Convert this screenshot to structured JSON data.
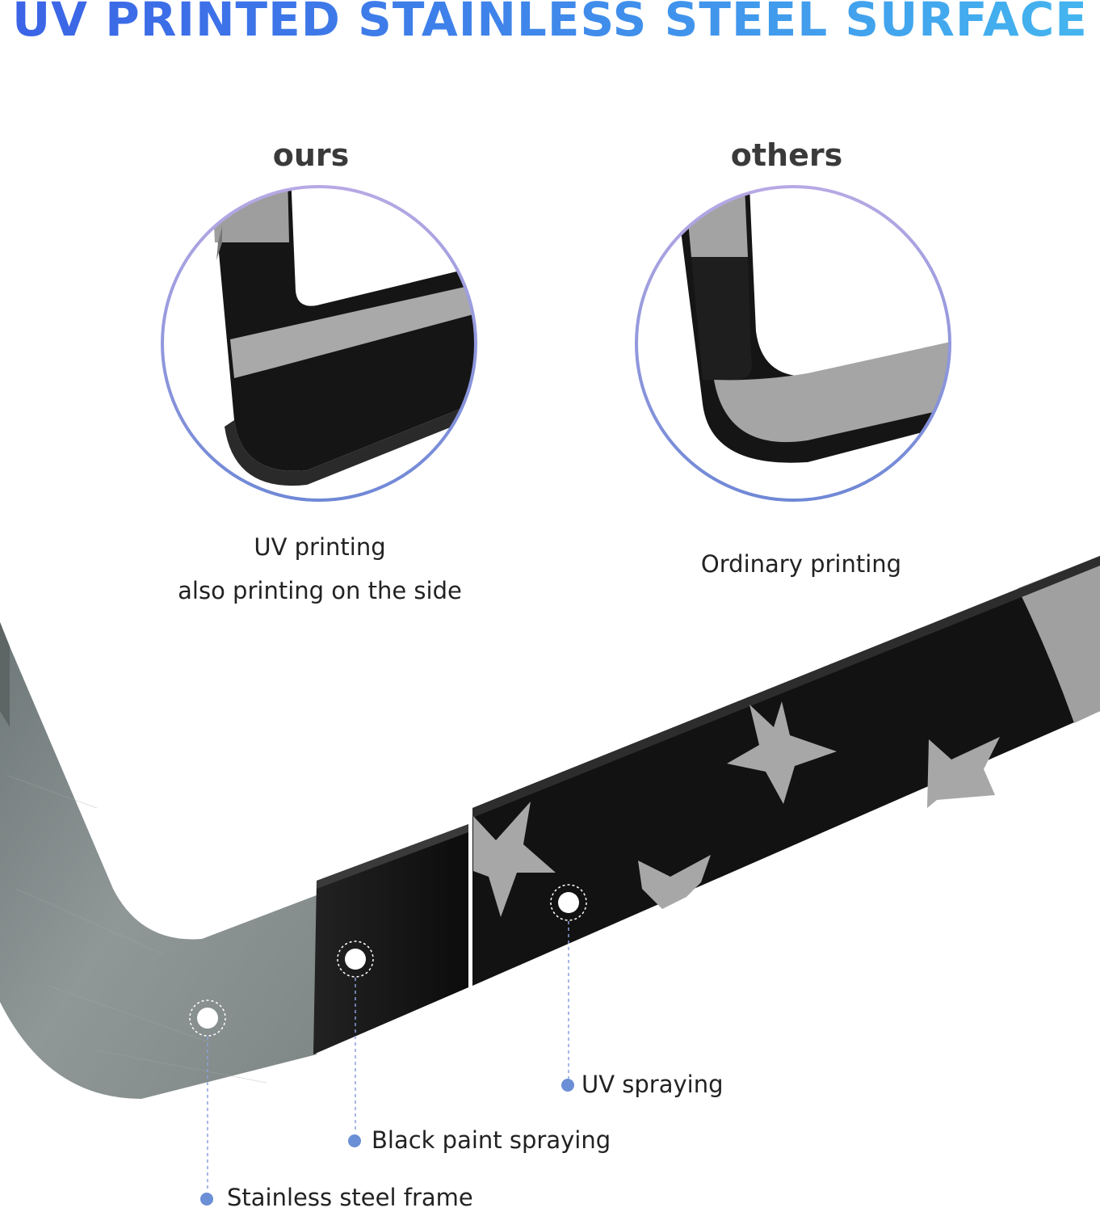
{
  "headline": "UV PRINTED STAINLESS STEEL SURFACE",
  "comparison": {
    "ours": {
      "title": "ours",
      "caption_line1": "UV printing",
      "caption_line2": "also printing on the side"
    },
    "others": {
      "title": "others",
      "caption_line1": "Ordinary printing"
    }
  },
  "callouts": {
    "uv_spraying": "UV spraying",
    "black_paint": "Black paint spraying",
    "stainless_frame": "Stainless steel frame"
  },
  "colors": {
    "headline_start": "#3b63e6",
    "headline_end": "#44b6ef",
    "circle_ring": "#7f8fd8",
    "marker_dot": "#6b8fd6",
    "steel": "#8c9495",
    "paint_black": "#1b1b1b",
    "print_gray": "#a6a6a6"
  },
  "icons": [
    "star-icon",
    "marker-dot-icon",
    "callout-ring-icon"
  ]
}
